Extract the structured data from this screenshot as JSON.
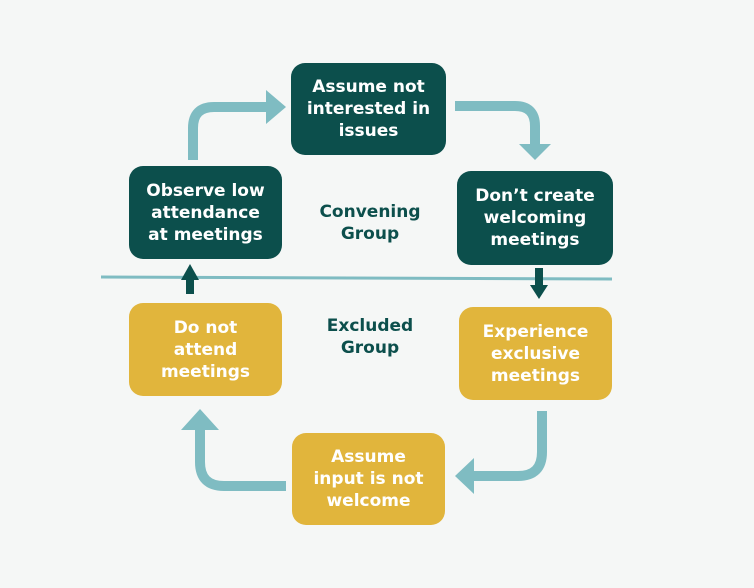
{
  "boxes": {
    "assume_not_interested": "Assume not\ninterested in\nissues",
    "dont_create_welcoming": "Don’t create\nwelcoming\nmeetings",
    "observe_low_attendance": "Observe low\nattendance\nat meetings",
    "experience_exclusive": "Experience\nexclusive\nmeetings",
    "do_not_attend": "Do not\nattend\nmeetings",
    "assume_input_not_welcome": "Assume\ninput is not\nwelcome"
  },
  "groups": {
    "convening": "Convening\nGroup",
    "excluded": "Excluded\nGroup"
  },
  "colors": {
    "dark_box": "#0c4f4c",
    "gold_box": "#e1b53c",
    "arrow": "#7fbcc2",
    "divider": "#7fbcc2",
    "background": "#f5f7f6"
  }
}
